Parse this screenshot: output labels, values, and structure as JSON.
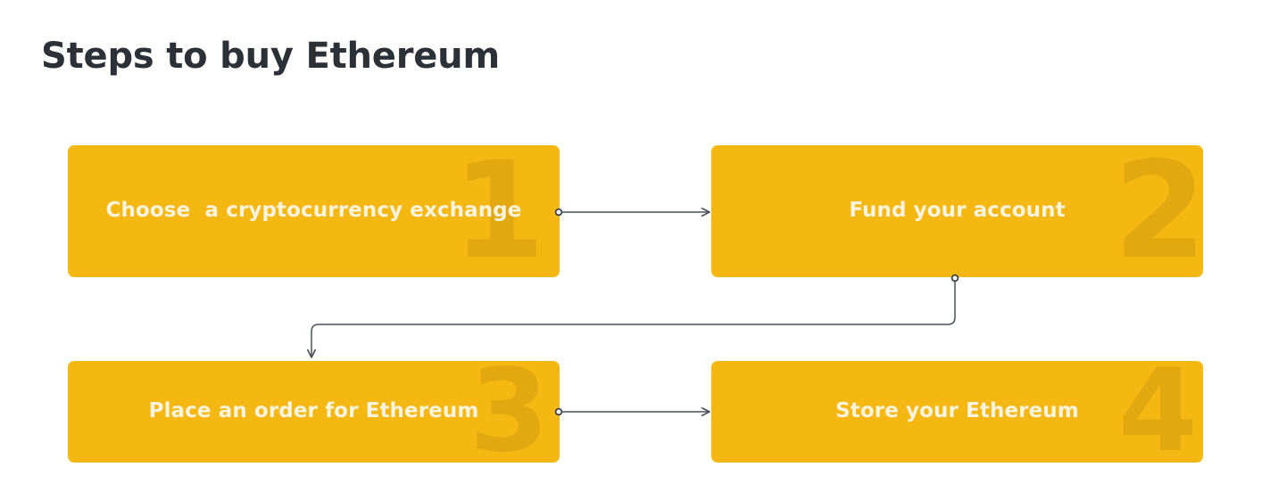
{
  "page": {
    "title": "Steps to buy Ethereum",
    "background_color": "#ffffff",
    "title_color": "#2b3137"
  },
  "theme": {
    "box_color": "#f5b711",
    "box_text_color": "#fdf4df",
    "watermark_color": "#e3a70f",
    "connector_color": "#4a5157"
  },
  "flow": {
    "type": "process-flow",
    "steps": [
      {
        "number": "1",
        "label": "Choose  a cryptocurrency exchange",
        "name": "step-choose-exchange"
      },
      {
        "number": "2",
        "label": "Fund your account",
        "name": "step-fund-account"
      },
      {
        "number": "3",
        "label": "Place an order for Ethereum",
        "name": "step-place-order"
      },
      {
        "number": "4",
        "label": "Store your Ethereum",
        "name": "step-store-ethereum"
      }
    ],
    "connectors": [
      {
        "from": "1",
        "to": "2",
        "shape": "straight-right"
      },
      {
        "from": "2",
        "to": "3",
        "shape": "elbow-down-left-down"
      },
      {
        "from": "3",
        "to": "4",
        "shape": "straight-right"
      }
    ]
  }
}
